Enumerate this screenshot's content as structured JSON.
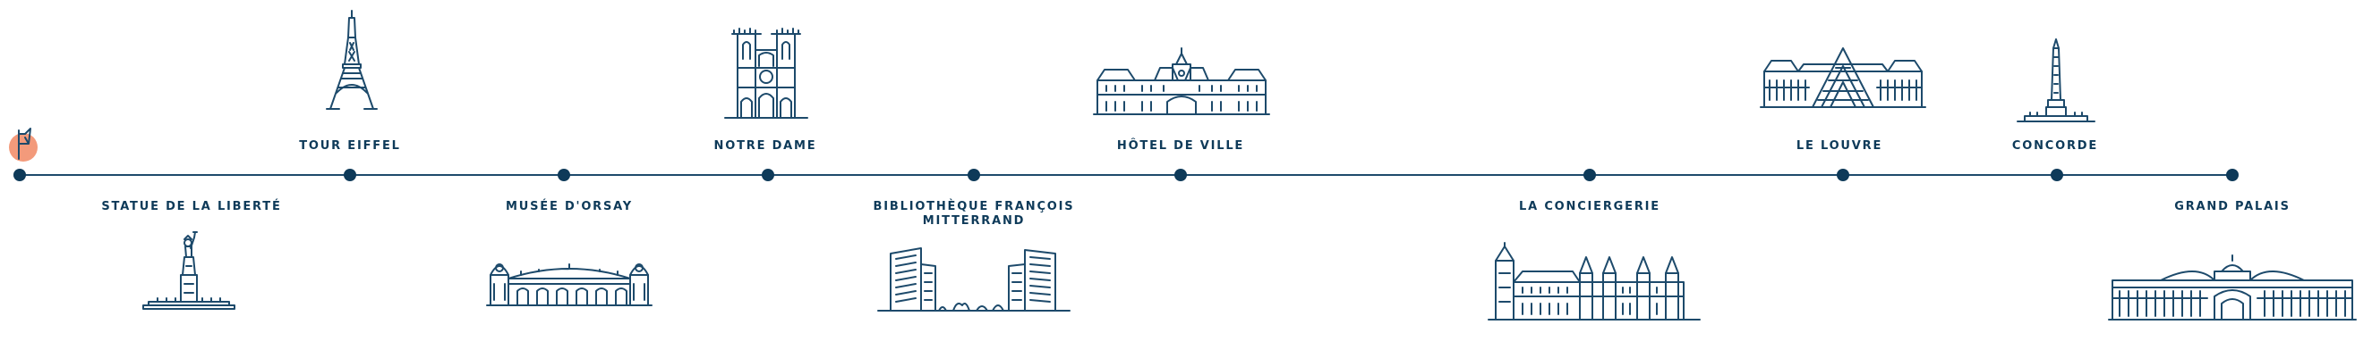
{
  "colors": {
    "line": "#1d4a6b",
    "dot": "#0e3a59",
    "label": "#0e3a59",
    "start_circle": "#f39a7b"
  },
  "start_marker": {
    "icon": "flag-icon"
  },
  "stops": [
    {
      "id": "statue-liberte",
      "label": "STATUE DE LA LIBERTÉ",
      "label_line2": "",
      "position": "below",
      "icon": "statue-of-liberty-icon"
    },
    {
      "id": "tour-eiffel",
      "label": "TOUR EIFFEL",
      "label_line2": "",
      "position": "above",
      "icon": "eiffel-tower-icon"
    },
    {
      "id": "musee-orsay",
      "label": "MUSÉE D'ORSAY",
      "label_line2": "",
      "position": "below",
      "icon": "musee-orsay-icon"
    },
    {
      "id": "notre-dame",
      "label": "NOTRE DAME",
      "label_line2": "",
      "position": "above",
      "icon": "notre-dame-icon"
    },
    {
      "id": "bibliotheque",
      "label": "BIBLIOTHÈQUE FRANÇOIS",
      "label_line2": "MITTERRAND",
      "position": "below",
      "icon": "bibliotheque-icon"
    },
    {
      "id": "hotel-de-ville",
      "label": "HÔTEL DE VILLE",
      "label_line2": "",
      "position": "above",
      "icon": "hotel-de-ville-icon"
    },
    {
      "id": "conciergerie",
      "label": "LA CONCIERGERIE",
      "label_line2": "",
      "position": "below",
      "icon": "conciergerie-icon"
    },
    {
      "id": "louvre",
      "label": "LE LOUVRE",
      "label_line2": "",
      "position": "above",
      "icon": "louvre-icon"
    },
    {
      "id": "concorde",
      "label": "CONCORDE",
      "label_line2": "",
      "position": "above",
      "icon": "obelisk-icon"
    },
    {
      "id": "grand-palais",
      "label": "GRAND PALAIS",
      "label_line2": "",
      "position": "below",
      "icon": "grand-palais-icon"
    }
  ]
}
